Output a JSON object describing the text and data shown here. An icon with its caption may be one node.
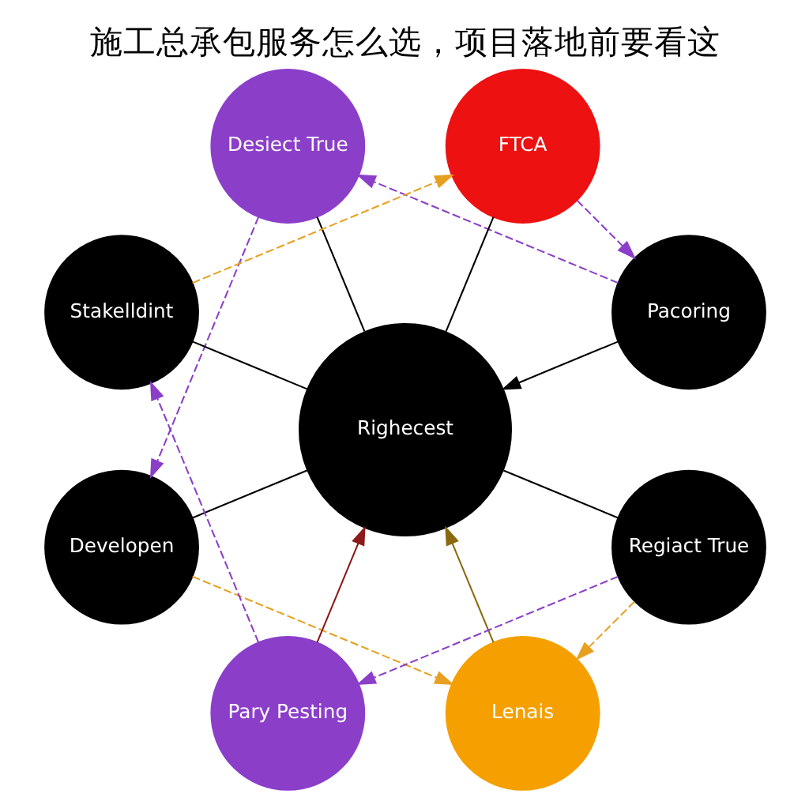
{
  "diagram": {
    "title": "施工总承包服务怎么选，项目落地前要看这",
    "nodes": [
      {
        "text": [
          "Pacoring"
        ]
      },
      {
        "text": [
          "FTCA"
        ]
      },
      {
        "text": [
          "Desiect True"
        ]
      },
      {
        "text": [
          "Stakelldint"
        ]
      },
      {
        "text": [
          "Righecest"
        ]
      },
      {
        "text": [
          "Developen"
        ]
      },
      {
        "text": [
          "Pary Pesting"
        ]
      },
      {
        "text": [
          "Lenais"
        ]
      },
      {
        "text": [
          "Regiact True"
        ]
      }
    ],
    "edges": [
      {
        "from": 0,
        "to": 4,
        "arrow": "to"
      },
      {
        "from": 1,
        "to": 4,
        "arrow": "none"
      },
      {
        "from": 2,
        "to": 4,
        "arrow": "none"
      },
      {
        "from": 3,
        "to": 4,
        "arrow": "none"
      },
      {
        "from": 5,
        "to": 4,
        "arrow": "none"
      },
      {
        "from": 6,
        "to": 4,
        "arrow": "to",
        "color": "#8b1a1a"
      },
      {
        "from": 7,
        "to": 4,
        "arrow": "to",
        "color": "#8a6a10"
      },
      {
        "from": 8,
        "to": 4,
        "arrow": "none"
      },
      {
        "from": 1,
        "to": 0,
        "arrow": "to",
        "style": "dashed",
        "color": "#8b3fc9"
      },
      {
        "from": 0,
        "to": 2,
        "arrow": "to",
        "style": "dashed",
        "color": "#8b3fc9"
      },
      {
        "from": 2,
        "to": 5,
        "arrow": "to",
        "style": "dashed",
        "color": "#8b3fc9"
      },
      {
        "from": 5,
        "to": 7,
        "arrow": "to",
        "style": "dashed",
        "color": "#e8a020"
      },
      {
        "from": 8,
        "to": 7,
        "arrow": "to",
        "style": "dashed",
        "color": "#e8a020"
      },
      {
        "from": 8,
        "to": 6,
        "arrow": "to",
        "style": "dashed",
        "color": "#8b3fc9"
      },
      {
        "from": 6,
        "to": 3,
        "arrow": "to",
        "style": "dashed",
        "color": "#8b3fc9"
      },
      {
        "from": 3,
        "to": 1,
        "arrow": "to",
        "style": "dashed",
        "color": "#e8a020"
      }
    ]
  }
}
